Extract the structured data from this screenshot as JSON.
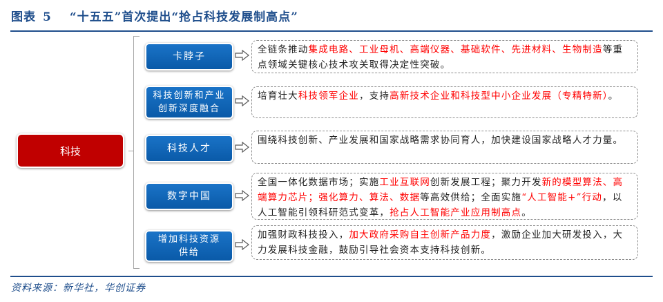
{
  "header": {
    "label": "图表",
    "number": "5",
    "title": "“十五五”首次提出“抢占科技发展制高点”"
  },
  "root": {
    "label": "科技"
  },
  "branches": [
    {
      "label": "卡脖子",
      "desc": [
        {
          "text": "全链条推动",
          "highlight": false
        },
        {
          "text": "集成电路、工业母机、高端仪器、基础软件、先进材料、生物制造",
          "highlight": true
        },
        {
          "text": "等重点领域关键核心技术攻关取得决定性突破。",
          "highlight": false
        }
      ]
    },
    {
      "label": "科技创新和产业创新深度融合",
      "label_lines": [
        "科技创新和产业",
        "创新深度融合"
      ],
      "desc": [
        {
          "text": "培育壮大",
          "highlight": false
        },
        {
          "text": "科技领军企业",
          "highlight": true
        },
        {
          "text": "，支持",
          "highlight": false
        },
        {
          "text": "高新技术企业和科技型中小企业发展（专精特新）",
          "highlight": true
        },
        {
          "text": "。",
          "highlight": false
        }
      ]
    },
    {
      "label": "科技人才",
      "desc": [
        {
          "text": "围绕科技创新、产业发展和国家战略需求协同育人，加快建设国家战略人才力量。",
          "highlight": false
        }
      ]
    },
    {
      "label": "数字中国",
      "desc": [
        {
          "text": "全国一体化数据市场；实施",
          "highlight": false
        },
        {
          "text": "工业互联网",
          "highlight": true
        },
        {
          "text": "创新发展工程；聚力开发",
          "highlight": false
        },
        {
          "text": "新的模型算法、高端算力芯片；强化算力、算法、数据",
          "highlight": true
        },
        {
          "text": "等高效供给；全面实施",
          "highlight": false
        },
        {
          "text": "“人工智能+”行动",
          "highlight": true
        },
        {
          "text": "，以人工智能引领科研范式变革，",
          "highlight": false
        },
        {
          "text": "抢占人工智能产业应用制高点",
          "highlight": true
        },
        {
          "text": "。",
          "highlight": false
        }
      ]
    },
    {
      "label": "增加科技资源供给",
      "label_lines": [
        "增加科技资源",
        "供给"
      ],
      "desc": [
        {
          "text": "加强财政科技投入，",
          "highlight": false
        },
        {
          "text": "加大政府采购自主创新产品力度",
          "highlight": true
        },
        {
          "text": "，激励企业加大研发投入，大力发展科技金融，鼓励引导社会资本支持科技创新。",
          "highlight": false
        }
      ]
    }
  ],
  "footer": {
    "source": "资料来源：新华社，华创证券"
  },
  "colors": {
    "title_blue": "#1f4e8c",
    "root_red": "#c00000",
    "node_blue": "#0b63b4",
    "highlight_red": "#ff0000",
    "dash_gray": "#8c8c8c"
  }
}
